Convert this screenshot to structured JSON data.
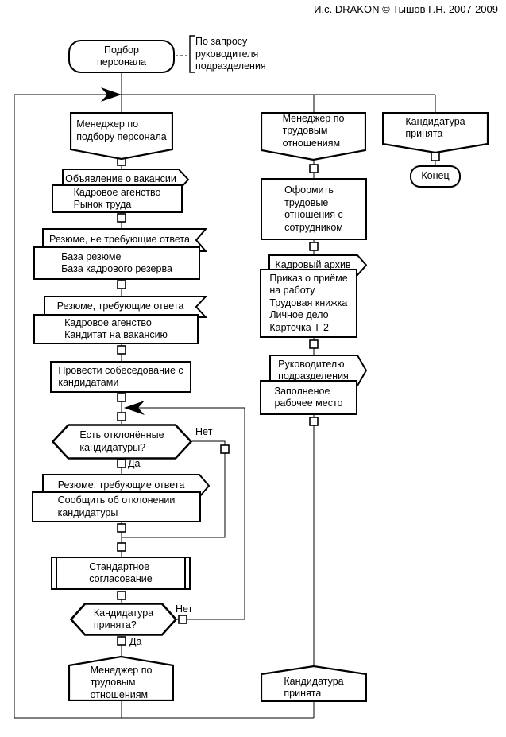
{
  "caption": "И.с. DRAKON © Тышов Г.Н. 2007-2009",
  "nodes": {
    "start": "Подбор\nперсонала",
    "comment": "По запросу\nруководителя\nподразделения",
    "header_left": "Менеджер по\nподбору персонала",
    "out_vacancy": "Объявление о вакансии",
    "rect_agency1": "Кадровое агенство\nРынок труда",
    "in_resume_noreply": "Резюме, не требующие ответа",
    "rect_base": "База резюме\nБаза кадрового резерва",
    "in_resume_reply": "Резюме, требующие ответа",
    "rect_agency2": "Кадровое агенство\nКандитат на вакансию",
    "act_interview": "Провести собеседование с\nкандидатами",
    "dec_rejected": "Есть отклонённые\nкандидатуры?",
    "out_resume_reply": "Резюме, требующие ответа",
    "rect_notify": "Сообщить об отклонении\nкандидатуры",
    "proc_approval": "Стандартное\nсогласование",
    "dec_accepted": "Кандидатура\nпринята?",
    "addr_left": "Менеджер по\nтрудовым\nотношениям",
    "header_mid": "Менеджер по\nтрудовым\nотношениям",
    "act_register": "Оформить\nтрудовые\nотношения с\nсотрудником",
    "out_archive": "Кадровый архив",
    "rect_archive": "Приказ о приёме\nна работу\nТрудовая книжка\nЛичное дело\nКарточка Т-2",
    "out_head": "Руководителю\nподразделения",
    "rect_workplace": "Заполненое\nрабочее место",
    "addr_mid": "Кандидатура\nпринята",
    "header_right": "Кандидатура\nпринята",
    "end": "Конец"
  },
  "labels": {
    "yes": "Да",
    "no": "Нет"
  },
  "colors": {
    "line": "#000000",
    "fill": "#ffffff"
  }
}
